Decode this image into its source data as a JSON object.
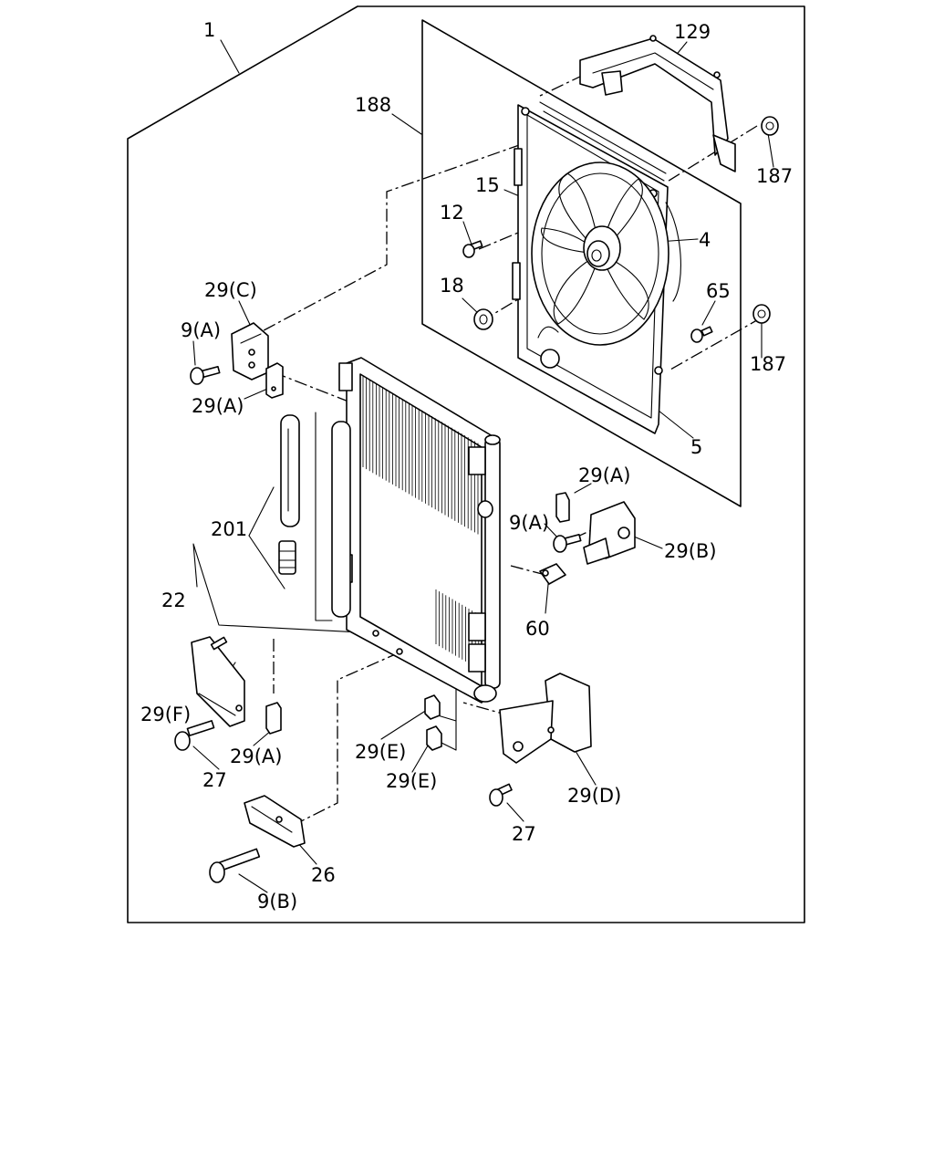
{
  "diagram": {
    "labels": {
      "l1": "1",
      "l129": "129",
      "l188": "188",
      "l187a": "187",
      "l187b": "187",
      "l15": "15",
      "l12": "12",
      "l4": "4",
      "l18": "18",
      "l65": "65",
      "l5": "5",
      "l29c": "29(C)",
      "l9a_top": "9(A)",
      "l29a_top": "29(A)",
      "l29a_right": "29(A)",
      "l9a_right": "9(A)",
      "l29b": "29(B)",
      "l201": "201",
      "l22": "22",
      "l60": "60",
      "l29f": "29(F)",
      "l29a_bottom": "29(A)",
      "l27_left": "27",
      "l29e_1": "29(E)",
      "l29e_2": "29(E)",
      "l29d": "29(D)",
      "l27_right": "27",
      "l26": "26",
      "l9b": "9(B)"
    }
  }
}
